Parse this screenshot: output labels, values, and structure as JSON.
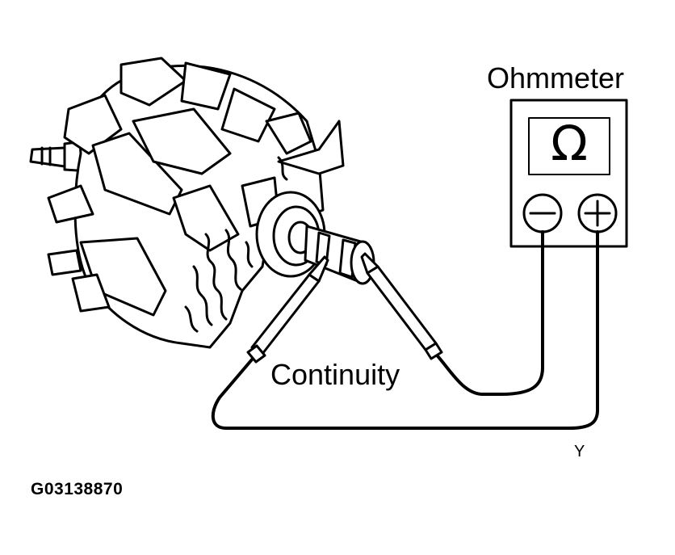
{
  "labels": {
    "instrument": "Ohmmeter",
    "test_result": "Continuity",
    "wire_color": "Y",
    "figure_code": "G03138870",
    "display_symbol": "Ω"
  },
  "meter": {
    "negative_terminal_symbol": "minus",
    "positive_terminal_symbol": "plus"
  },
  "colors": {
    "line": "#000000",
    "background": "#ffffff"
  }
}
